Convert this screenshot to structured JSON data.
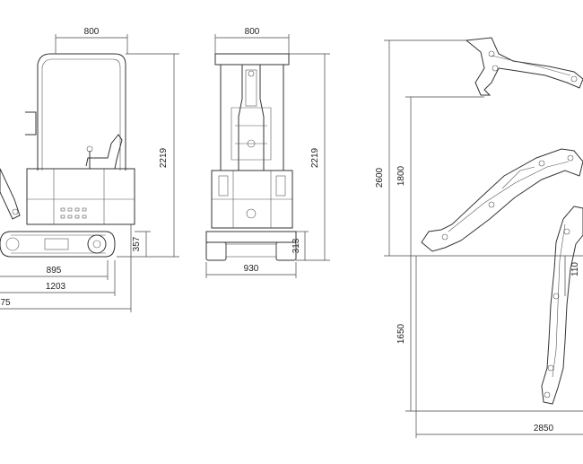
{
  "dimensions": {
    "side_view": {
      "cab_width": "800",
      "overall_height": "2219",
      "track_height": "357",
      "track_length": "895",
      "undercarriage_length": "1203",
      "overall_length_partial": "75"
    },
    "front_view": {
      "width_top": "800",
      "overall_height": "2219",
      "track_height": "313",
      "overall_width": "930"
    },
    "working_range": {
      "max_dig_height": "2600",
      "max_dump_height": "1800",
      "max_dig_depth": "1650",
      "max_reach": "2850",
      "vertical_wall_depth": "110"
    }
  }
}
